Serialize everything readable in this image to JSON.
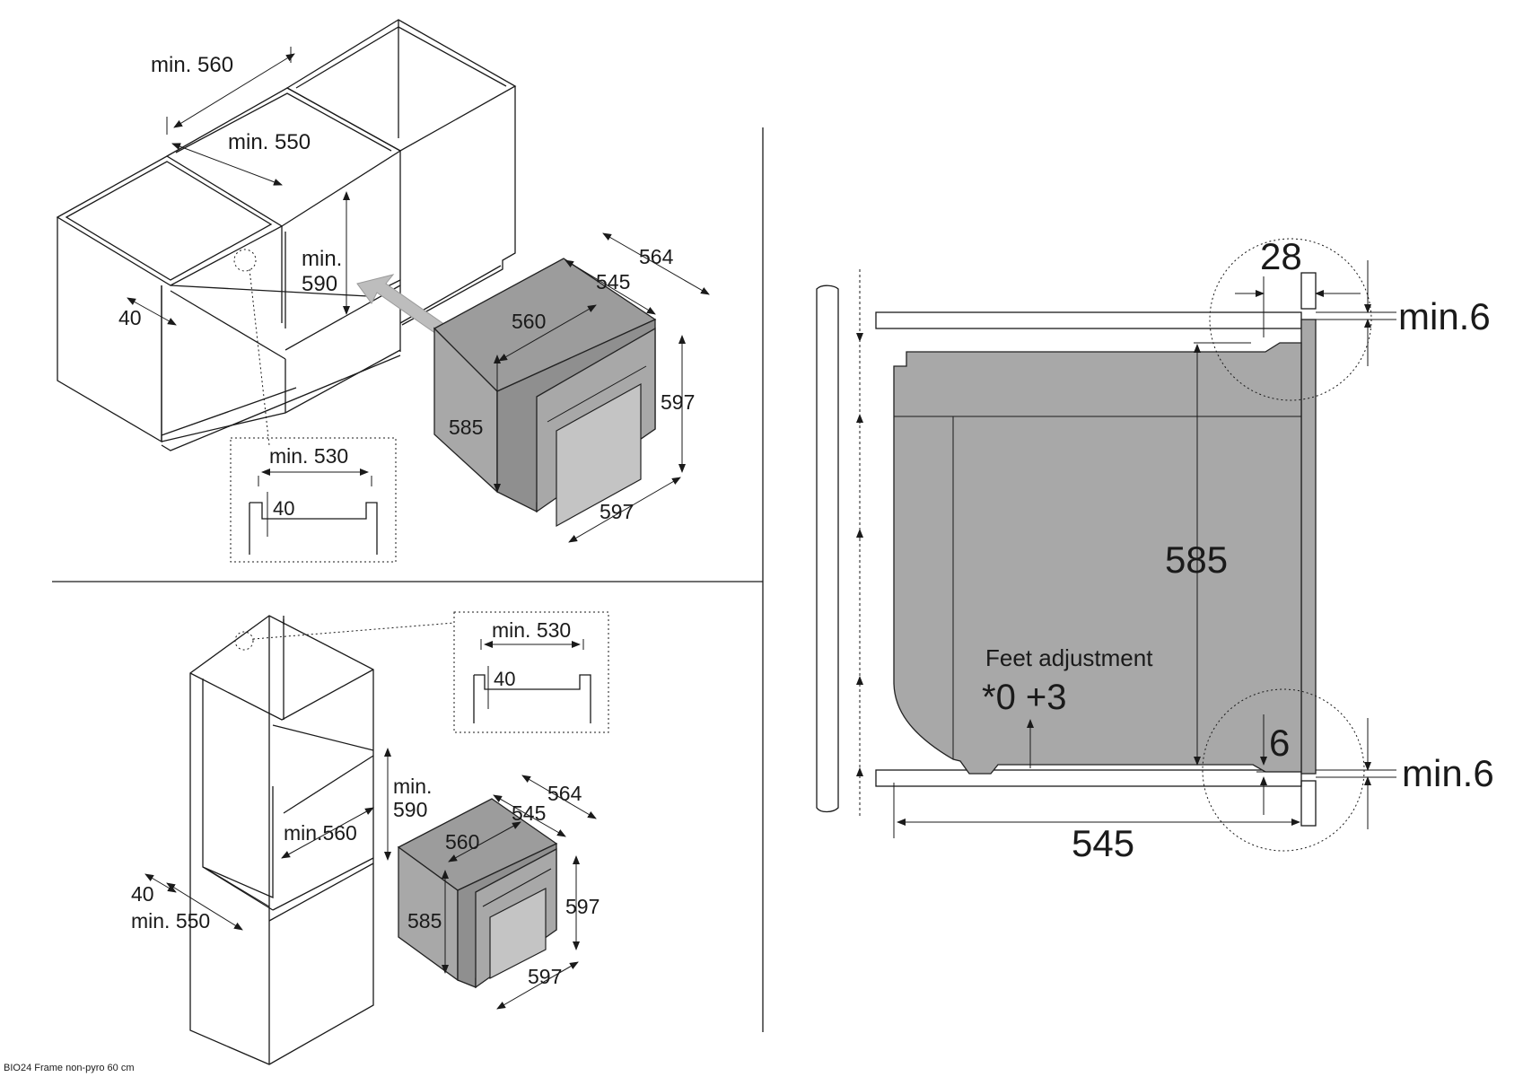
{
  "top_left": {
    "cabinet_width": "min. 560",
    "cabinet_depth": "min. 550",
    "cabinet_height_line1": "min.",
    "cabinet_height_line2": "590",
    "vent_offset": "40",
    "oven_depth_total": "564",
    "oven_depth_body": "545",
    "oven_width_body": "560",
    "oven_height_body": "585",
    "oven_height_front": "597",
    "oven_width_front": "597",
    "detail_width": "min. 530",
    "detail_offset": "40"
  },
  "bottom_left": {
    "detail_width": "min. 530",
    "detail_offset": "40",
    "niche_height_line1": "min.",
    "niche_height_line2": "590",
    "niche_width": "min.560",
    "vent_offset": "40",
    "niche_depth": "min. 550",
    "oven_depth_total": "564",
    "oven_depth_body": "545",
    "oven_width_body": "560",
    "oven_height_body": "585",
    "oven_height_front": "597",
    "oven_width_front": "597"
  },
  "side_section": {
    "frame_depth": "28",
    "top_gap": "min.6",
    "bottom_gap": "min.6",
    "front_gap": "6",
    "body_height": "585",
    "body_depth": "545",
    "feet_label": "Feet adjustment",
    "feet_value": "*0 +3"
  },
  "footer": {
    "caption": "BIO24 Frame non-pyro 60 cm"
  }
}
